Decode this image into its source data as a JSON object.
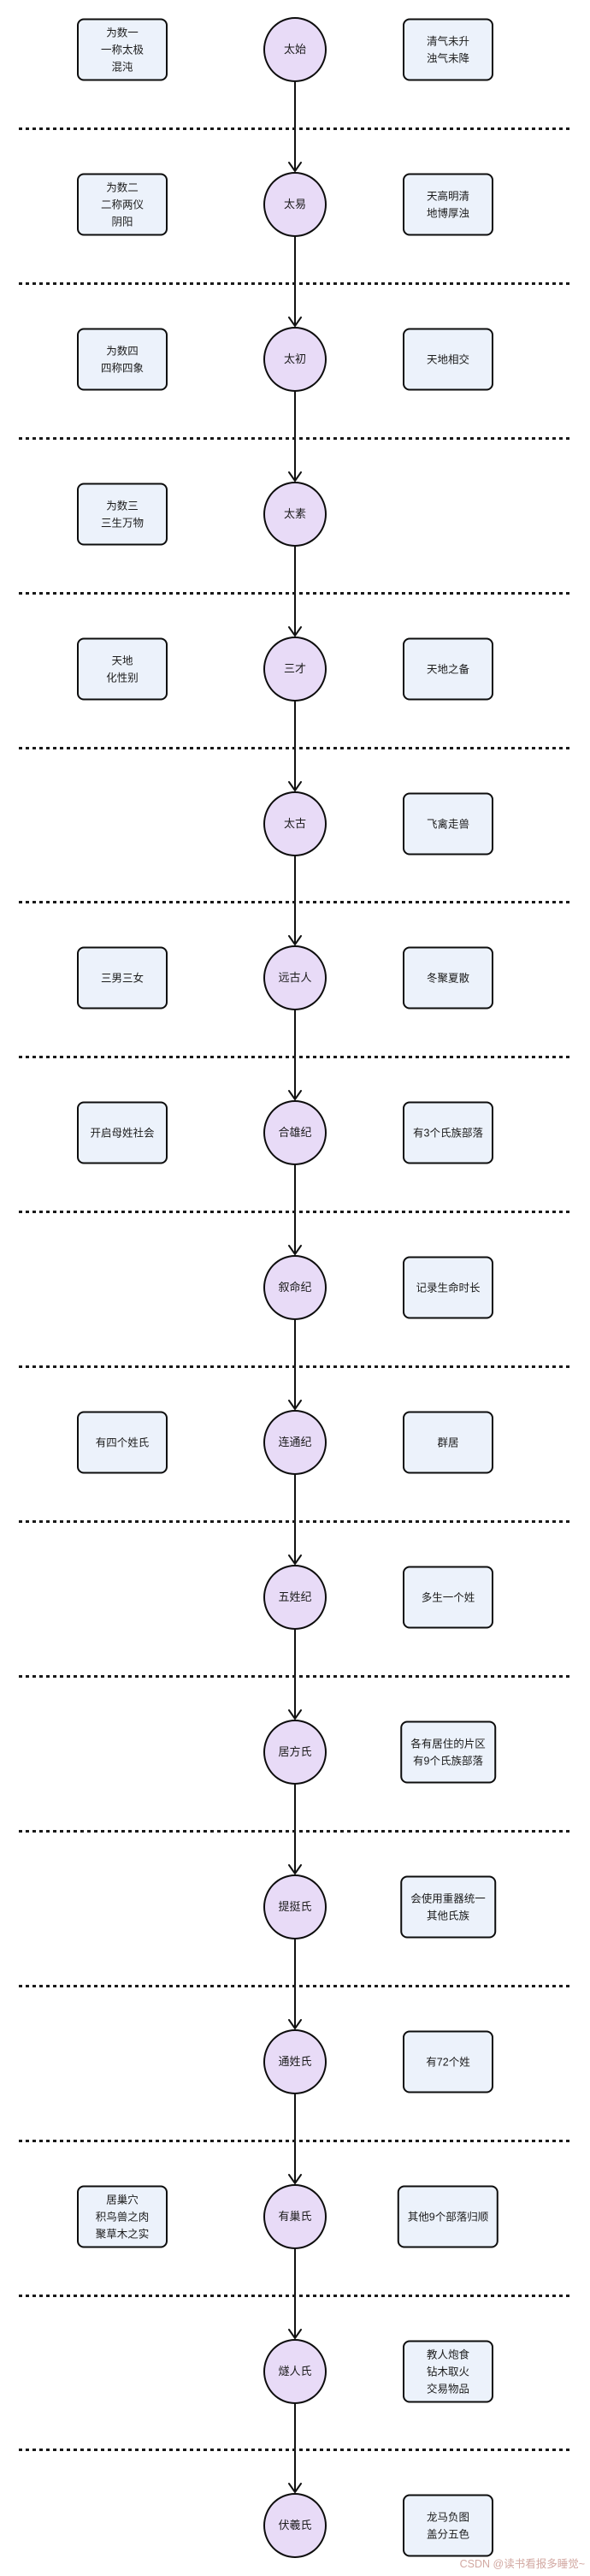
{
  "diagram": {
    "title_hint": "chinese-origin-myth-timeline-flowchart",
    "watermark": "CSDN @读书看报多睡觉~",
    "colors": {
      "circle_fill": "#E8DBF7",
      "circle_stroke": "#0D0D0D",
      "box_fill": "#ECF2FB",
      "box_stroke": "#0D0D0D",
      "line_color": "#111111",
      "text_color": "#1B1B1B",
      "watermark_color": "#D2A8A2"
    },
    "sections": [
      {
        "node": "太始",
        "left": [
          "为数一",
          "一称太极",
          "混沌"
        ],
        "right": [
          "清气未升",
          "浊气未降"
        ]
      },
      {
        "node": "太易",
        "left": [
          "为数二",
          "二称两仪",
          "阴阳"
        ],
        "right": [
          "天高明清",
          "地博厚浊"
        ]
      },
      {
        "node": "太初",
        "left": [
          "为数四",
          "四称四象"
        ],
        "right": [
          "天地相交"
        ]
      },
      {
        "node": "太素",
        "left": [
          "为数三",
          "三生万物"
        ],
        "right": null
      },
      {
        "node": "三才",
        "left": [
          "天地",
          "化性别"
        ],
        "right": [
          "天地之备"
        ]
      },
      {
        "node": "太古",
        "left": null,
        "right": [
          "飞禽走兽"
        ]
      },
      {
        "node": "远古人",
        "left": [
          "三男三女"
        ],
        "right": [
          "冬聚夏散"
        ]
      },
      {
        "node": "合雄纪",
        "left": [
          "开启母姓社会"
        ],
        "right": [
          "有3个氏族部落"
        ]
      },
      {
        "node": "叙命纪",
        "left": null,
        "right": [
          "记录生命时长"
        ]
      },
      {
        "node": "连通纪",
        "left": [
          "有四个姓氏"
        ],
        "right": [
          "群居"
        ]
      },
      {
        "node": "五姓纪",
        "left": null,
        "right": [
          "多生一个姓"
        ]
      },
      {
        "node": "居方氏",
        "left": null,
        "right": [
          "各有居住的片区",
          "有9个氏族部落"
        ]
      },
      {
        "node": "提挺氏",
        "left": null,
        "right": [
          "会使用重器统一",
          "其他氏族"
        ]
      },
      {
        "node": "通姓氏",
        "left": null,
        "right": [
          "有72个姓"
        ]
      },
      {
        "node": "有巢氏",
        "left": [
          "居巢穴",
          "积鸟兽之肉",
          "聚草木之实"
        ],
        "right": [
          "其他9个部落归顺"
        ]
      },
      {
        "node": "燧人氏",
        "left": null,
        "right": [
          "教人炮食",
          "钻木取火",
          "交易物品"
        ]
      },
      {
        "node": "伏羲氏",
        "left": null,
        "right": [
          "龙马负图",
          "盖分五色"
        ]
      }
    ]
  }
}
